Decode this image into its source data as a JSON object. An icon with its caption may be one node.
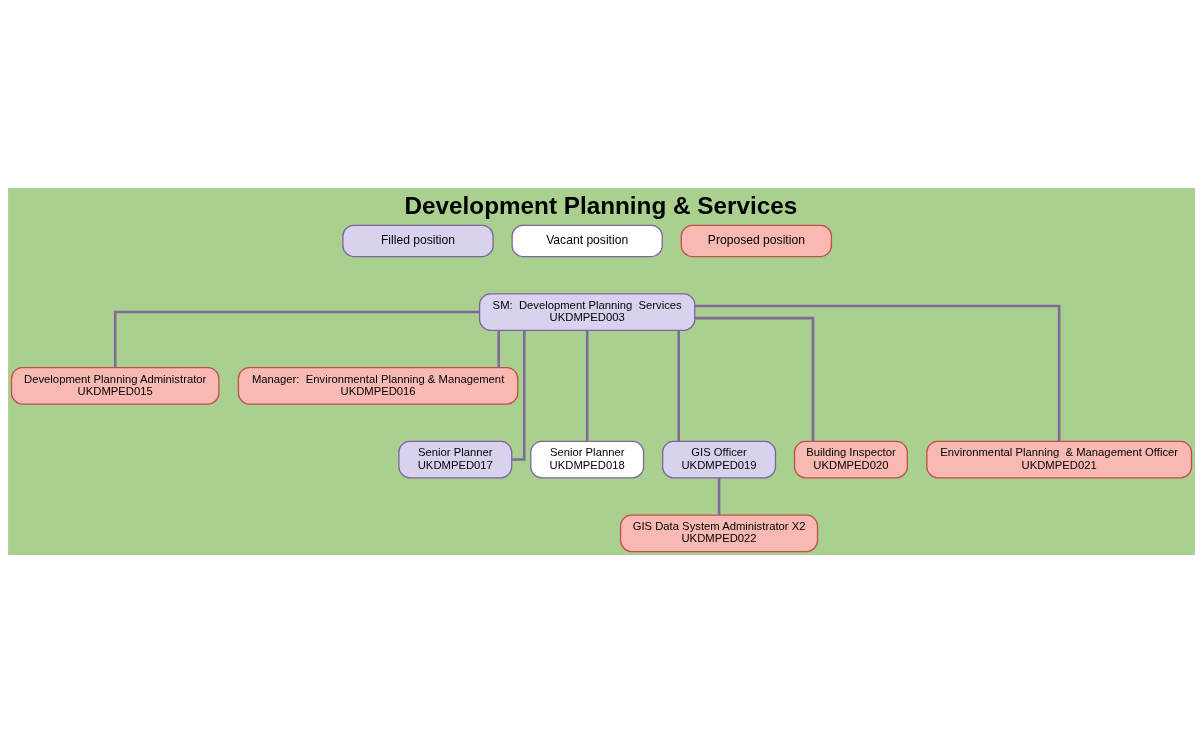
{
  "diagram": {
    "title": "Development Planning & Services",
    "nodes": [
      {
        "text": [
          "SM:  Development Planning  Services",
          "UKDMPED003"
        ]
      },
      {
        "text": [
          "Development Planning Administrator",
          "UKDMPED015"
        ]
      },
      {
        "text": [
          "Manager:  Environmental Planning & Management",
          "UKDMPED016"
        ]
      },
      {
        "text": [
          "Senior Planner",
          "UKDMPED017"
        ]
      },
      {
        "text": [
          "Senior Planner",
          "UKDMPED018"
        ]
      },
      {
        "text": [
          "GIS Officer",
          "UKDMPED019"
        ]
      },
      {
        "text": [
          "Building Inspector",
          "UKDMPED020"
        ]
      },
      {
        "text": [
          "Environmental Planning  & Management Officer",
          "UKDMPED021"
        ]
      },
      {
        "text": [
          "GIS Data System Administrator X2",
          "UKDMPED022"
        ]
      }
    ],
    "edges": [
      {
        "from": 0,
        "to": 1,
        "arrow": "none"
      },
      {
        "from": 0,
        "to": 2,
        "arrow": "none"
      },
      {
        "from": 0,
        "to": 3,
        "arrow": "none"
      },
      {
        "from": 0,
        "to": 4,
        "arrow": "none"
      },
      {
        "from": 0,
        "to": 5,
        "arrow": "none"
      },
      {
        "from": 0,
        "to": 6,
        "arrow": "none"
      },
      {
        "from": 0,
        "to": 7,
        "arrow": "none"
      },
      {
        "from": 5,
        "to": 8,
        "arrow": "none"
      }
    ],
    "legend": [
      {
        "text": "Filled position",
        "color": "#d9d2ee"
      },
      {
        "text": "Vacant position",
        "color": "#ffffff"
      },
      {
        "text": "Proposed position",
        "color": "#f8b9b3"
      }
    ]
  }
}
